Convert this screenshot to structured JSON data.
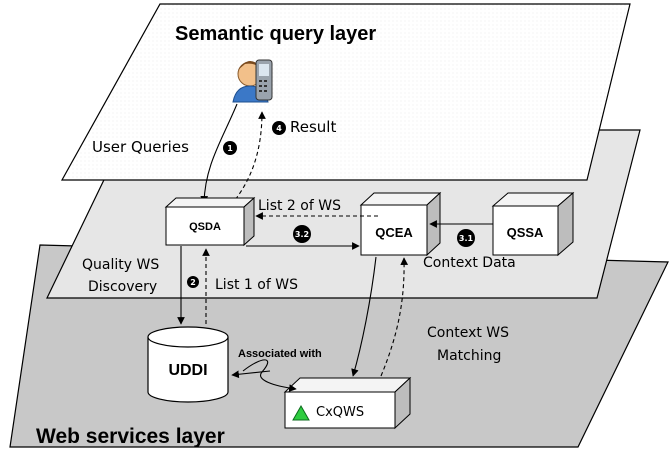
{
  "layers": {
    "semantic": "Semantic query layer",
    "middle": "",
    "web": "Web services layer"
  },
  "nodes": {
    "qsda": "QSDA",
    "qcea": "QCEA",
    "qssa": "QSSA",
    "uddi": "UDDI",
    "cxqws": "CxQWS"
  },
  "labels": {
    "user_queries": "User Queries",
    "result": "Result",
    "list2": "List 2 of WS",
    "list1": "List 1 of WS",
    "quality_ws_1": "Quality WS",
    "quality_ws_2": "Discovery",
    "context_data": "Context Data",
    "context_ws_1": "Context WS",
    "context_ws_2": "Matching",
    "associated_with": "Associated with"
  },
  "steps": {
    "s1": "1",
    "s2": "2",
    "s31": "3.1",
    "s32": "3.2",
    "s4": "4"
  },
  "colors": {
    "web_layer": "#c8c8c8",
    "middle_layer": "#e6e6e6",
    "top_layer": "#ffffff",
    "triangle": "#2ecc40"
  }
}
